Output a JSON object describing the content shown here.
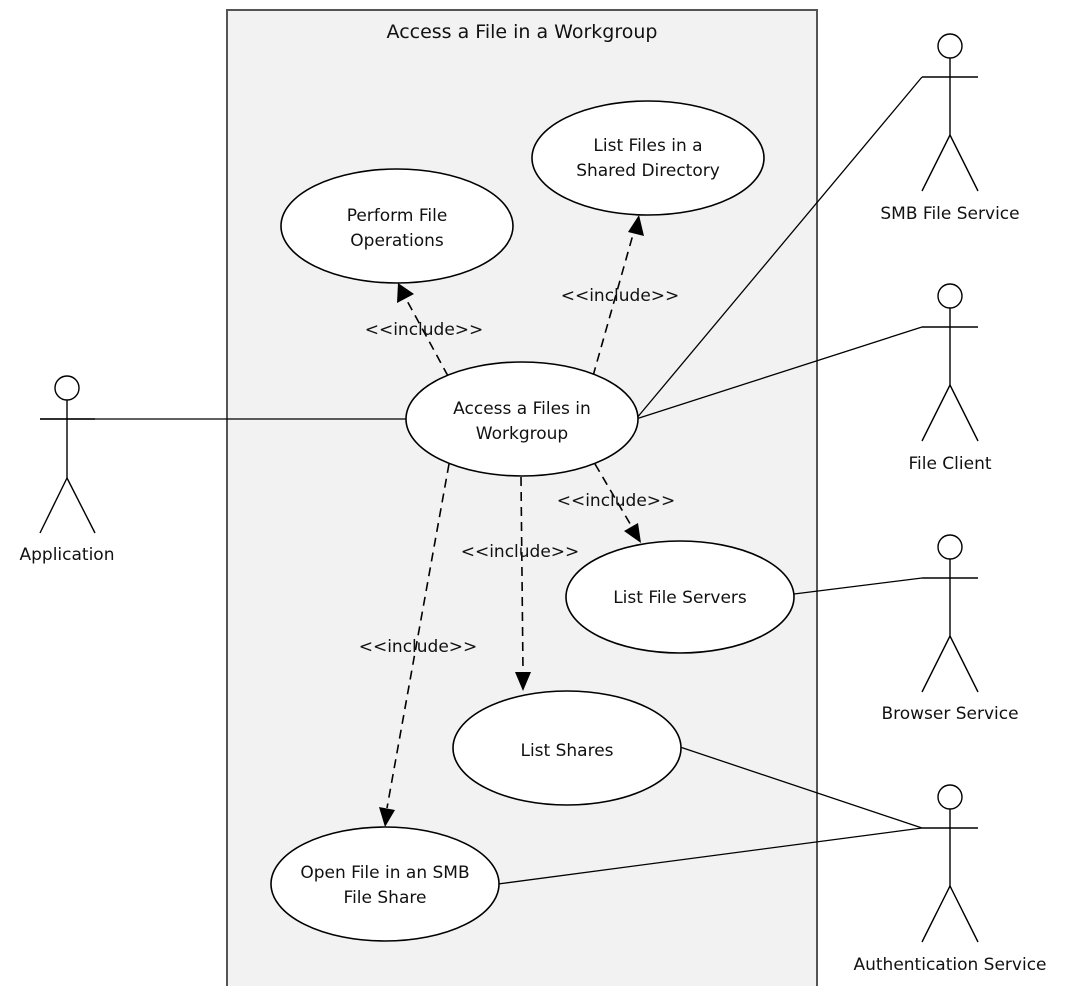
{
  "boundary": {
    "title": "Access a File in a Workgroup"
  },
  "actors": {
    "application": "Application",
    "smb_file_service": "SMB File Service",
    "file_client": "File Client",
    "browser_service": "Browser Service",
    "authentication_service": "Authentication Service"
  },
  "use_cases": {
    "access_files": [
      "Access a Files in",
      "Workgroup"
    ],
    "perform_operations": [
      "Perform File",
      "Operations"
    ],
    "list_files": [
      "List Files in a",
      "Shared Directory"
    ],
    "list_file_servers": [
      "List File Servers"
    ],
    "list_shares": [
      "List Shares"
    ],
    "open_file": [
      "Open File in an SMB",
      "File Share"
    ]
  },
  "dependencies": {
    "label": "<<include>>"
  }
}
